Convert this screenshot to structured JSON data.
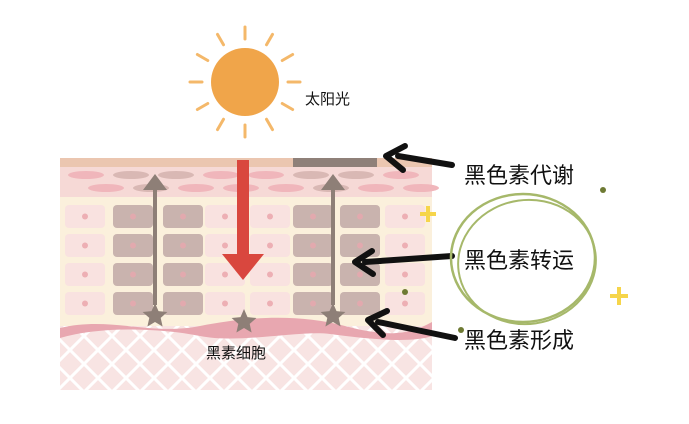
{
  "labels": {
    "sunlight": "太阳光",
    "melanin_metabolism": "黑色素代谢",
    "melanin_transport": "黑色素转运",
    "melanin_formation": "黑色素形成",
    "melanocyte": "黑素细胞"
  },
  "colors": {
    "sun": "#F0A54A",
    "sun_rays": "#F4B86A",
    "uv_arrow": "#D9473E",
    "transport_arrow": "#8E7F77",
    "top_strip": "#EBC6B0",
    "dark_strip": "#8F8079",
    "cell_light": "#F9E2E0",
    "cell_dark": "#C9B3AE",
    "cell_row_bg": "#FBF0DC",
    "basal_wave": "#E8A7B0",
    "dermis_bg": "#F8E4E3",
    "pointer_arrow": "#111111",
    "green_circle": "#A6B86A",
    "sparkle": "#F6D54A"
  },
  "icons": [
    "sun-icon",
    "downward-red-arrow-icon",
    "upward-transport-arrow-icon",
    "melanocyte-star-icon",
    "pointer-arrow-icon",
    "green-circle-doodle-icon",
    "plus-sparkle-icon"
  ]
}
